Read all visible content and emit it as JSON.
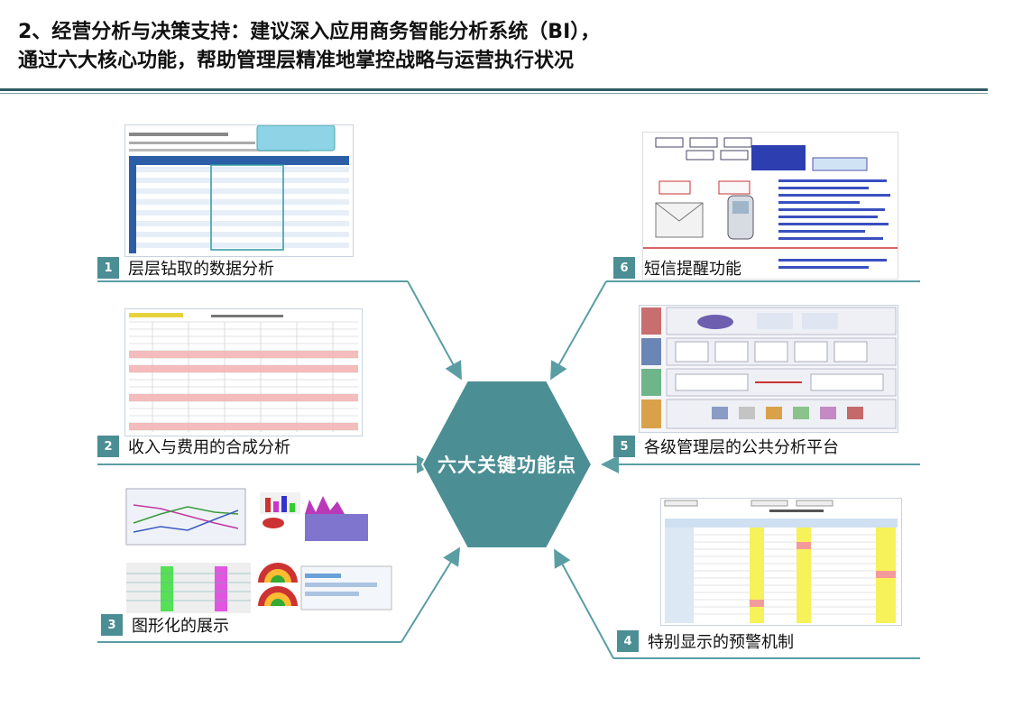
{
  "title": {
    "line1": "2、经营分析与决策支持：建议深入应用商务智能分析系统（BI），",
    "line2": "通过六大核心功能，帮助管理层精准地掌控战略与运营执行状况"
  },
  "center": {
    "label": "六大关键功能点"
  },
  "features": [
    {
      "num": "1",
      "label": "层层钻取的数据分析"
    },
    {
      "num": "2",
      "label": "收入与费用的合成分析"
    },
    {
      "num": "3",
      "label": "图形化的展示"
    },
    {
      "num": "4",
      "label": "特别显示的预警机制"
    },
    {
      "num": "5",
      "label": "各级管理层的公共分析平台"
    },
    {
      "num": "6",
      "label": "短信提醒功能"
    }
  ],
  "colors": {
    "accent": "#4b8e94",
    "line": "#5a9ea4",
    "rule": "#2f5b62"
  }
}
